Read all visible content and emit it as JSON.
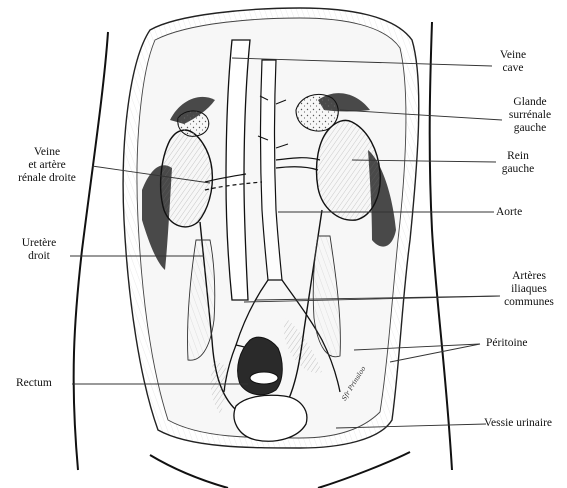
{
  "diagram": {
    "labels": {
      "veine_cave": "Veine\ncave",
      "glande_surrenale_gauche": "Glande\nsurrénale\ngauche",
      "rein_gauche": "Rein\ngauche",
      "aorte": "Aorte",
      "arteres_iliaques_communes": "Artères\niliaques\ncommunes",
      "peritoine": "Péritoine",
      "vessie_urinaire": "Vessie urinaire",
      "veine_artere_renale_droite": "Veine\net artère\nrénale droite",
      "uretere_droit": "Uretère\ndroit",
      "rectum": "Rectum"
    },
    "signature": "Sfr Prinsloo"
  }
}
